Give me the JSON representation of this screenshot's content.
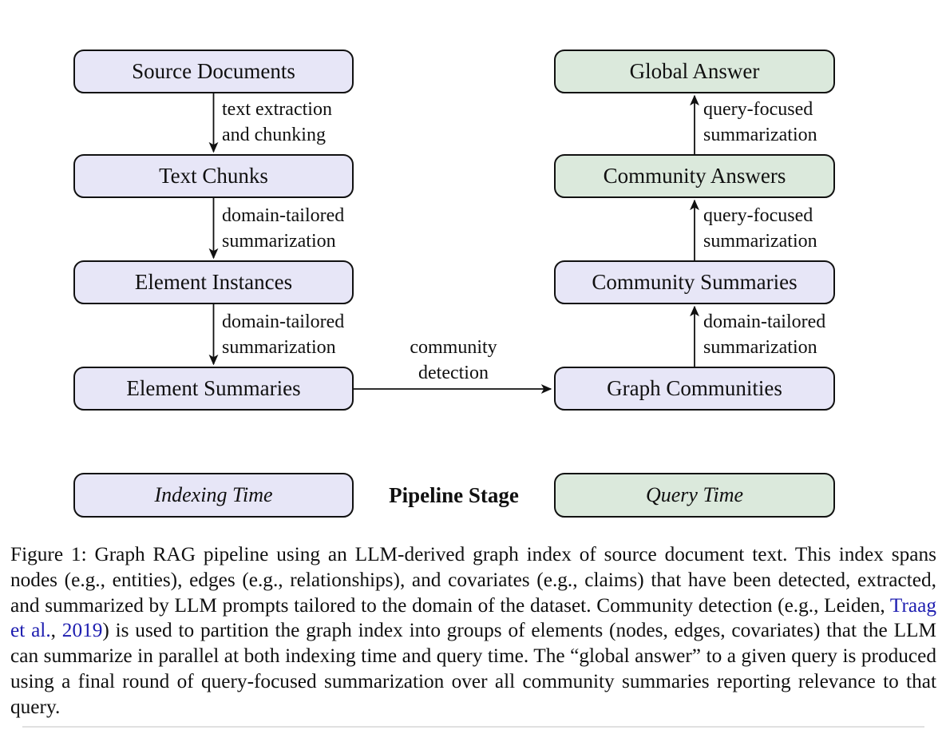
{
  "diagram": {
    "indexing_nodes": [
      {
        "label": "Source Documents"
      },
      {
        "label": "Text Chunks"
      },
      {
        "label": "Element Instances"
      },
      {
        "label": "Element Summaries"
      }
    ],
    "query_nodes": [
      {
        "label": "Global Answer"
      },
      {
        "label": "Community Answers"
      },
      {
        "label": "Community Summaries"
      },
      {
        "label": "Graph Communities"
      }
    ],
    "edges": {
      "left1": {
        "line1": "text extraction",
        "line2": "and chunking"
      },
      "left2": {
        "line1": "domain-tailored",
        "line2": "summarization"
      },
      "left3": {
        "line1": "domain-tailored",
        "line2": "summarization"
      },
      "right1": {
        "line1": "query-focused",
        "line2": "summarization"
      },
      "right2": {
        "line1": "query-focused",
        "line2": "summarization"
      },
      "right3": {
        "line1": "domain-tailored",
        "line2": "summarization"
      },
      "center": {
        "line1": "community",
        "line2": "detection"
      }
    }
  },
  "legend": {
    "indexing_label": "Indexing Time",
    "center_label": "Pipeline Stage",
    "query_label": "Query Time"
  },
  "caption": {
    "part1": "Figure 1: Graph RAG pipeline using an LLM-derived graph index of source document text. This index spans nodes (e.g., entities), edges (e.g., relationships), and covariates (e.g., claims) that have been detected, extracted, and summarized by LLM prompts tailored to the domain of the dataset. Community detection (e.g., Leiden, ",
    "citation_authors": "Traag et al.",
    "separator": ", ",
    "citation_year": "2019",
    "part2": ") is used to partition the graph index into groups of elements (nodes, edges, covariates) that the LLM can summarize in parallel at both indexing time and query time. The “global answer” to a given query is produced using a final round of query-focused summarization over all community summaries reporting relevance to that query."
  },
  "colors": {
    "node_indexing_fill": "#e7e6f7",
    "node_query_fill": "#dbe9dc",
    "node_border": "#111111",
    "citation_blue": "#1d1db0"
  }
}
